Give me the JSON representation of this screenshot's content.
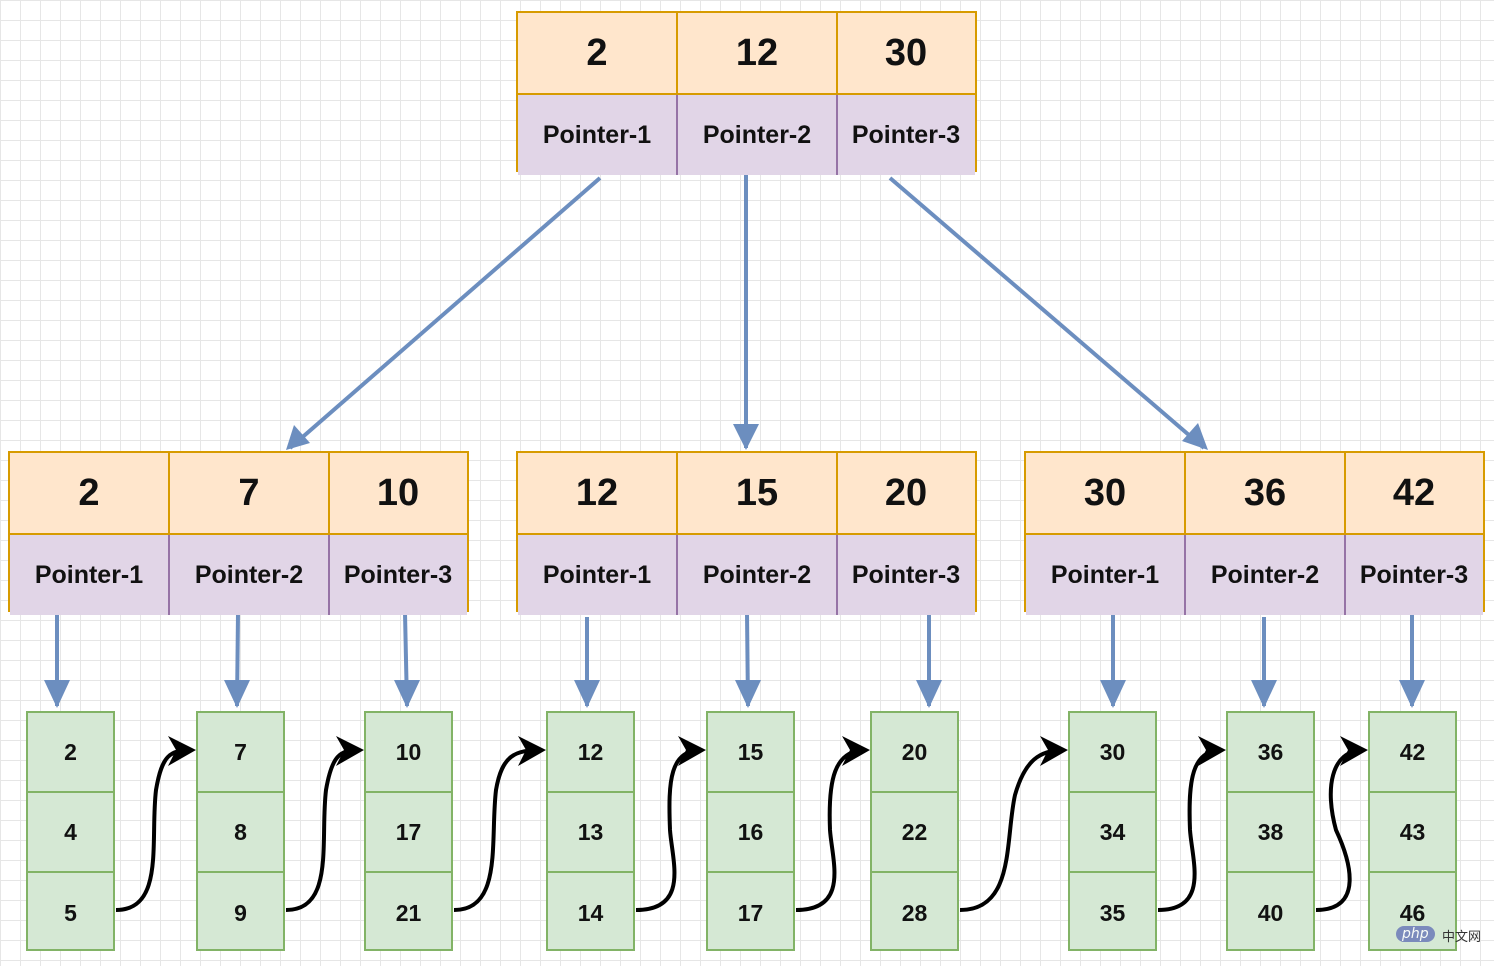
{
  "root": {
    "keys": [
      "2",
      "12",
      "30"
    ],
    "pointers": [
      "Pointer-1",
      "Pointer-2",
      "Pointer-3"
    ]
  },
  "internal": [
    {
      "keys": [
        "2",
        "7",
        "10"
      ],
      "pointers": [
        "Pointer-1",
        "Pointer-2",
        "Pointer-3"
      ]
    },
    {
      "keys": [
        "12",
        "15",
        "20"
      ],
      "pointers": [
        "Pointer-1",
        "Pointer-2",
        "Pointer-3"
      ]
    },
    {
      "keys": [
        "30",
        "36",
        "42"
      ],
      "pointers": [
        "Pointer-1",
        "Pointer-2",
        "Pointer-3"
      ]
    }
  ],
  "leaves": [
    [
      "2",
      "4",
      "5"
    ],
    [
      "7",
      "8",
      "9"
    ],
    [
      "10",
      "17",
      "21"
    ],
    [
      "12",
      "13",
      "14"
    ],
    [
      "15",
      "16",
      "17"
    ],
    [
      "20",
      "22",
      "28"
    ],
    [
      "30",
      "34",
      "35"
    ],
    [
      "36",
      "38",
      "40"
    ],
    [
      "42",
      "43",
      "46"
    ]
  ],
  "watermark": {
    "badge": "php",
    "text": "中文网"
  },
  "colors": {
    "key_fill": "#ffe6cc",
    "key_border": "#d79b00",
    "pointer_fill": "#e1d5e7",
    "pointer_border": "#9673a6",
    "leaf_fill": "#d5e8d4",
    "leaf_border": "#82b366",
    "arrow": "#6c8ebf",
    "link": "#000000"
  }
}
